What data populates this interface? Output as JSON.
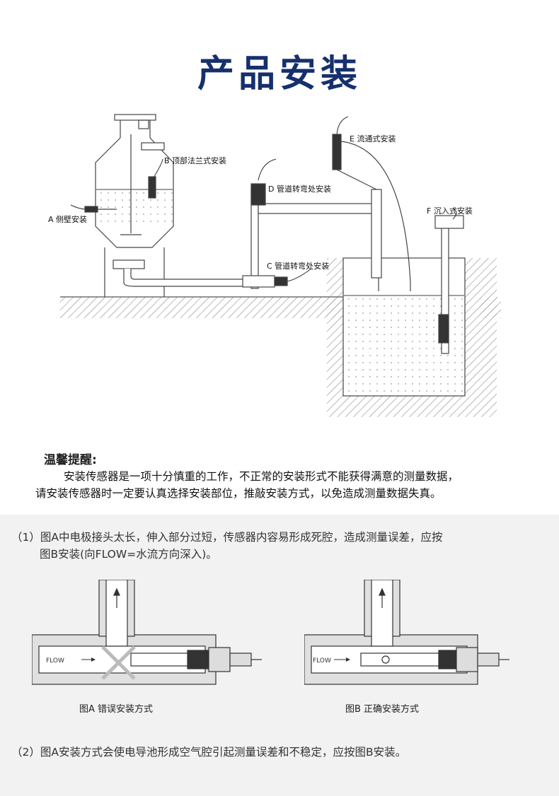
{
  "title": "产品安装",
  "diagram": {
    "label_a": "A 侧壁安装",
    "label_b": "B 顶部法兰式安装",
    "label_d": "D 管道转弯处安装",
    "label_c": "C 管道转弯处安装",
    "label_e": "E 流通式安装",
    "label_f": "F 沉入式安装"
  },
  "tips": {
    "heading": "温馨提醒:",
    "line1": "安装传感器是一项十分慎重的工作，不正常的安装形式不能获得满意的测量数据，",
    "line2": "请安装传感器时一定要认真选择安装部位，推敲安装方式，以免造成测量数据失真。"
  },
  "notes": {
    "n1_line1": "（1）图A中电极接头太长，伸入部分过短，传感器内容易形成死腔，造成测量误差，应按",
    "n1_line2": "图B安装(向FLOW=水流方向深入)。",
    "n2": "（2）图A安装方式会使电导池形成空气腔引起测量误差和不稳定，应按图B安装。"
  },
  "figures": {
    "flow_text": "FLOW",
    "caption_a": "图A 错误安装方式",
    "caption_b": "图B 正确安装方式"
  },
  "colors": {
    "title": "#16306e",
    "line": "#333333",
    "grey_panel": "#f2f2f2"
  }
}
